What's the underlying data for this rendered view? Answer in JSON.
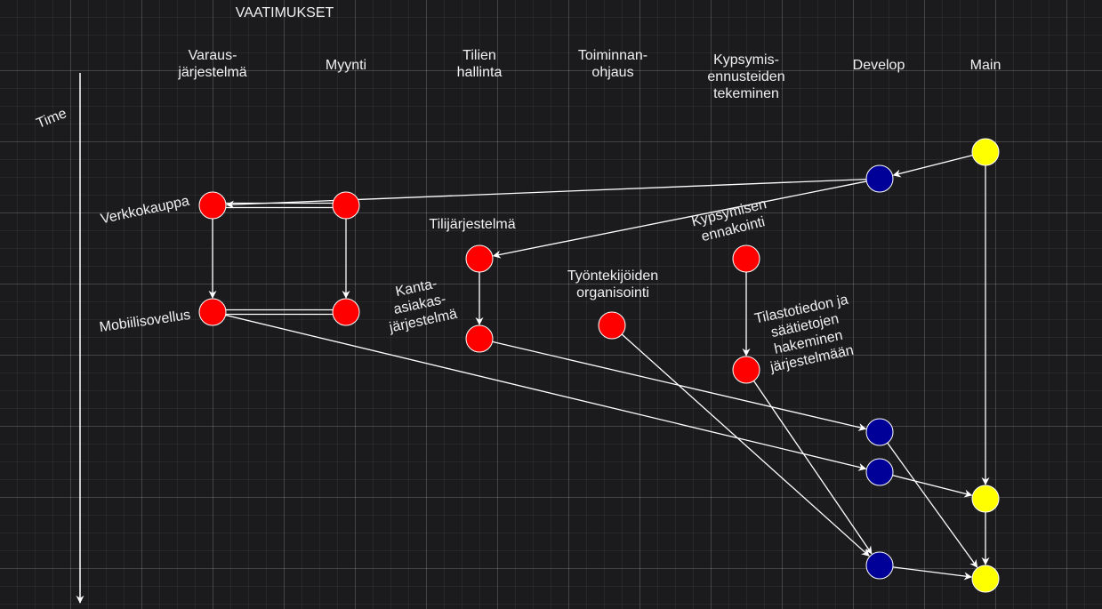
{
  "title": "VAATIMUKSET",
  "time_label": "Time",
  "columns": [
    {
      "id": "varaus",
      "label": "Varaus-\njärjestelmä"
    },
    {
      "id": "myynti",
      "label": "Myynti"
    },
    {
      "id": "tilien",
      "label": "Tilien\nhallinta"
    },
    {
      "id": "toiminnan",
      "label": "Toiminnan-\nohjaus"
    },
    {
      "id": "kypsymis",
      "label": "Kypsymis-\nennusteiden\ntekeminen"
    },
    {
      "id": "develop",
      "label": "Develop"
    },
    {
      "id": "main",
      "label": "Main"
    }
  ],
  "node_labels": [
    {
      "id": "verkkokauppa",
      "text": "Verkkokauppa"
    },
    {
      "id": "mobiilisovellus",
      "text": "Mobiilisovellus"
    },
    {
      "id": "tilijarjestelma",
      "text": "Tilijärjestelmä"
    },
    {
      "id": "kanta",
      "text": "Kanta-\nasiakas-\njärjestelmä"
    },
    {
      "id": "tyontekijoiden",
      "text": "Työntekijöiden\norganisointi"
    },
    {
      "id": "kypsymisen",
      "text": "Kypsymisen\nennakointi"
    },
    {
      "id": "tilastotiedon",
      "text": "Tilastotiedon ja\nsäätietojen\nhakeminen\njärjestelmään"
    }
  ],
  "colors": {
    "feature": "#ff0000",
    "develop": "#000099",
    "main": "#ffff00",
    "edge": "#ffffff",
    "text": "#f0f0f0"
  }
}
